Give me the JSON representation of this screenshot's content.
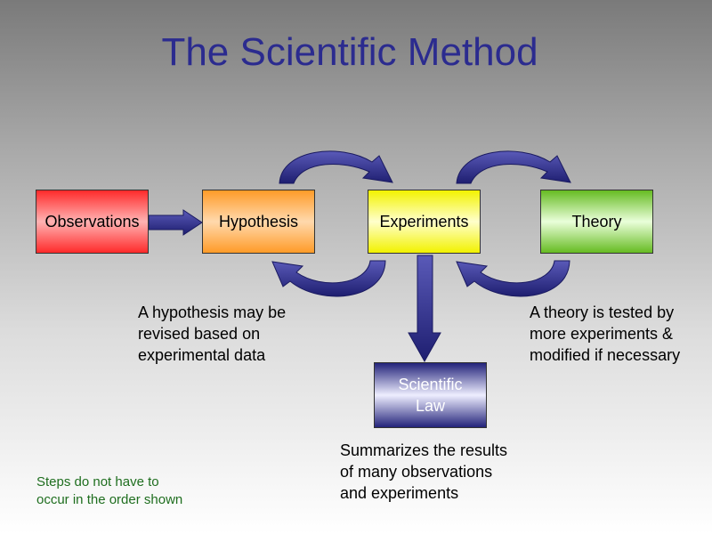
{
  "slide": {
    "title": "The Scientific Method"
  },
  "nodes": {
    "observations": "Observations",
    "hypothesis": "Hypothesis",
    "experiments": "Experiments",
    "theory": "Theory",
    "law": [
      "Scientific",
      "Law"
    ]
  },
  "notes": {
    "hypothesis": [
      "A hypothesis may be",
      "revised based on",
      "experimental data"
    ],
    "theory": [
      "A theory is tested by",
      "more experiments &",
      "modified if necessary"
    ],
    "law": [
      "Summarizes the results",
      "of many observations",
      "and experiments"
    ],
    "steps": [
      "Steps do not have to",
      "occur in the order shown"
    ]
  },
  "colors": {
    "title": "#2b2b8f",
    "arrow": "#2d2d8a",
    "observations": "#ff2a2a",
    "hypothesis": "#ff9b28",
    "experiments": "#f2f200",
    "theory": "#66bb22",
    "law": "#23237a",
    "steps_note": "#1f6e1f"
  }
}
